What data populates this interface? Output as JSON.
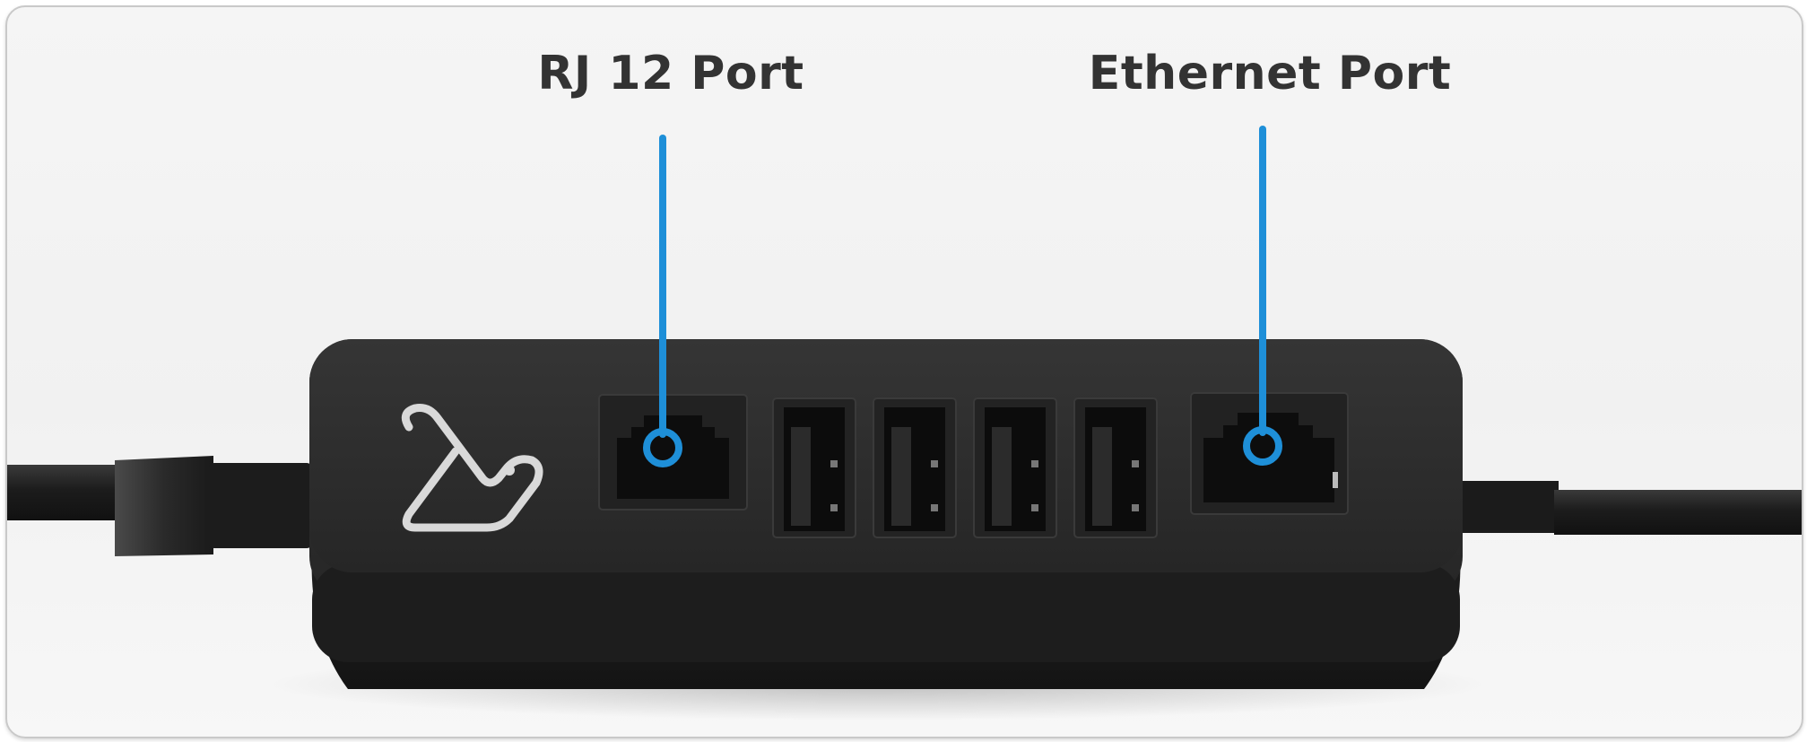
{
  "callouts": {
    "rj12": {
      "label": "RJ 12 Port"
    },
    "ethernet": {
      "label": "Ethernet Port"
    }
  },
  "colors": {
    "callout_line": "#1e8fd8",
    "device_body": "#2a2a2a",
    "logo_stroke": "#d9d9d9",
    "background": "#f3f3f3"
  },
  "device": {
    "usb_port_count": 4,
    "logo": "chevron-logo-icon"
  }
}
